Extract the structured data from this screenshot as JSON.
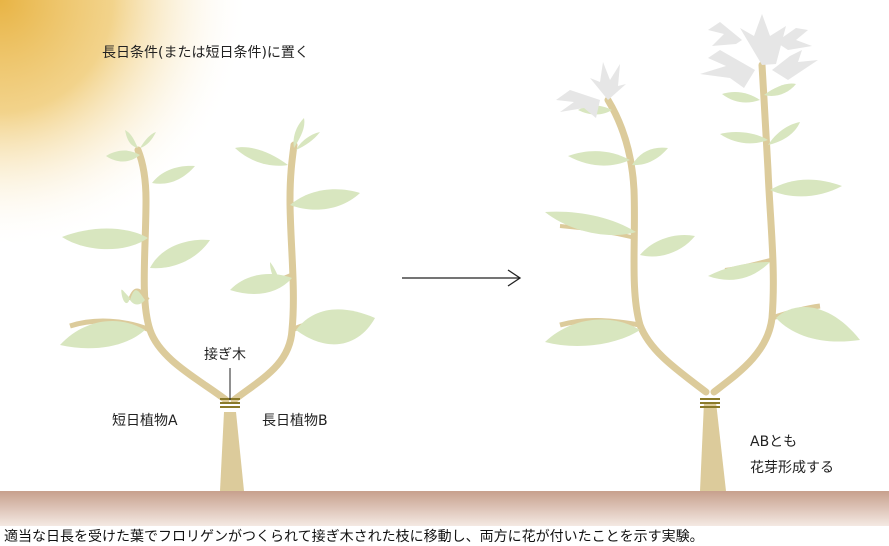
{
  "title": "長日条件(または短日条件)に置く",
  "graft_label": "接ぎ木",
  "plant_a_label": "短日植物A",
  "plant_b_label": "長日植物B",
  "result_line1": "ABとも",
  "result_line2": "花芽形成する",
  "caption": "適当な日長を受けた葉でフロリゲンがつくられて接ぎ木された枝に移動し、両方に花が付いたことを示す実験。",
  "colors": {
    "sun": "#e8b445",
    "stem": "#dccb9b",
    "leaf": "#d8e6bf",
    "flower": "#e6e6e6",
    "graft_band": "#8a7a2a",
    "ground_top": "#c7a08d",
    "ground_bottom": "#f3e6df"
  }
}
